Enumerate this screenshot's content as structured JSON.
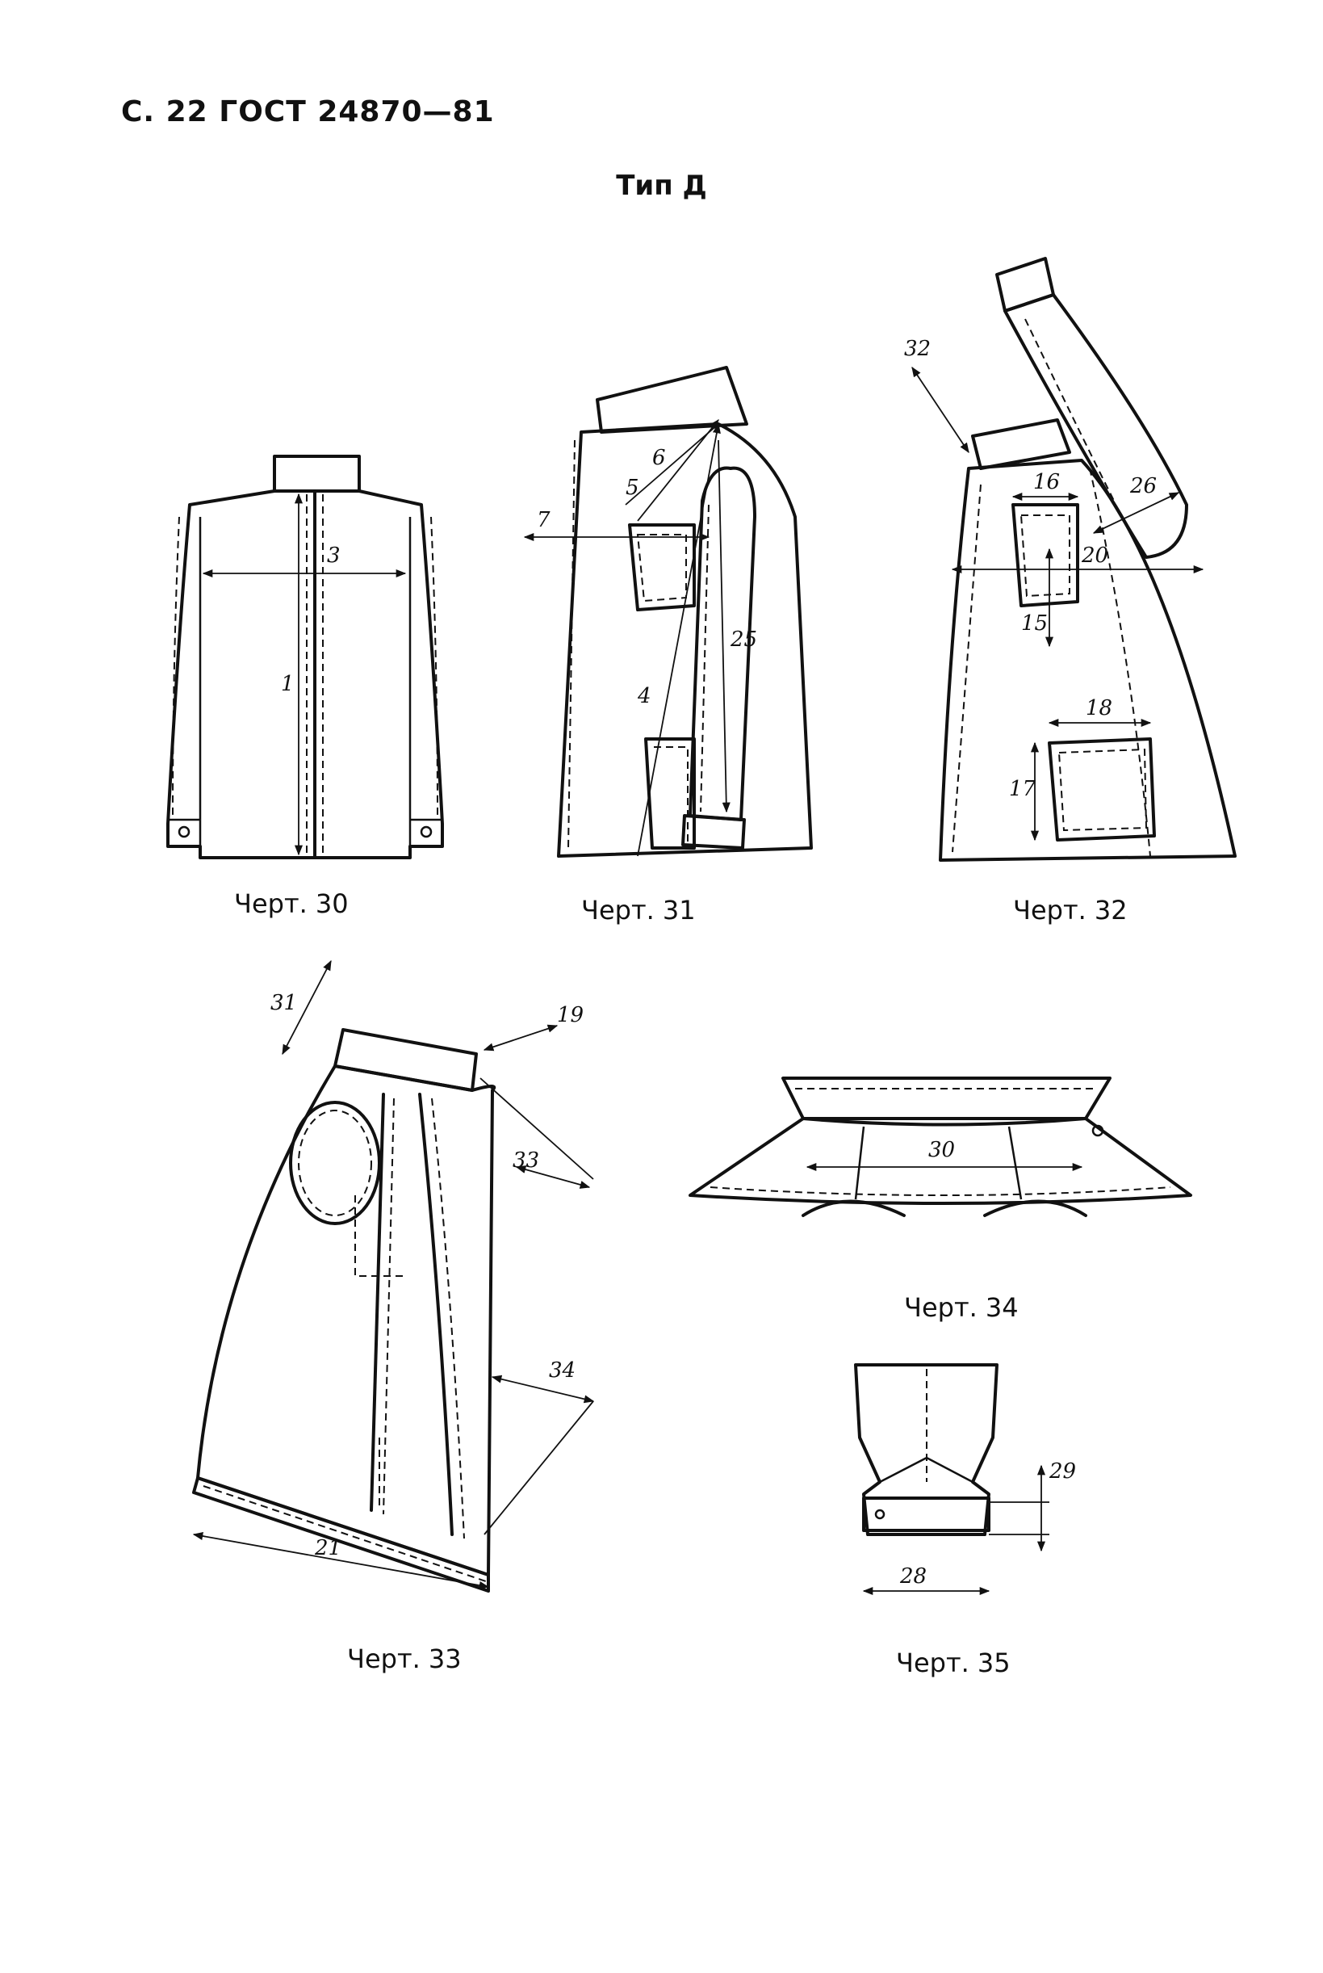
{
  "page": {
    "header": "С. 22 ГОСТ 24870—81",
    "type_title": "Тип Д"
  },
  "figures": [
    {
      "caption": "Черт. 30",
      "labels": [
        "3",
        "1"
      ]
    },
    {
      "caption": "Черт. 31",
      "labels": [
        "7",
        "5",
        "6",
        "4",
        "25"
      ]
    },
    {
      "caption": "Черт. 32",
      "labels": [
        "32",
        "16",
        "26",
        "20",
        "15",
        "18",
        "17"
      ]
    },
    {
      "caption": "Черт. 33",
      "labels": [
        "31",
        "19",
        "33",
        "34",
        "21"
      ]
    },
    {
      "caption": "Черт. 34",
      "labels": [
        "30"
      ]
    },
    {
      "caption": "Черт. 35",
      "labels": [
        "29",
        "28"
      ]
    }
  ]
}
